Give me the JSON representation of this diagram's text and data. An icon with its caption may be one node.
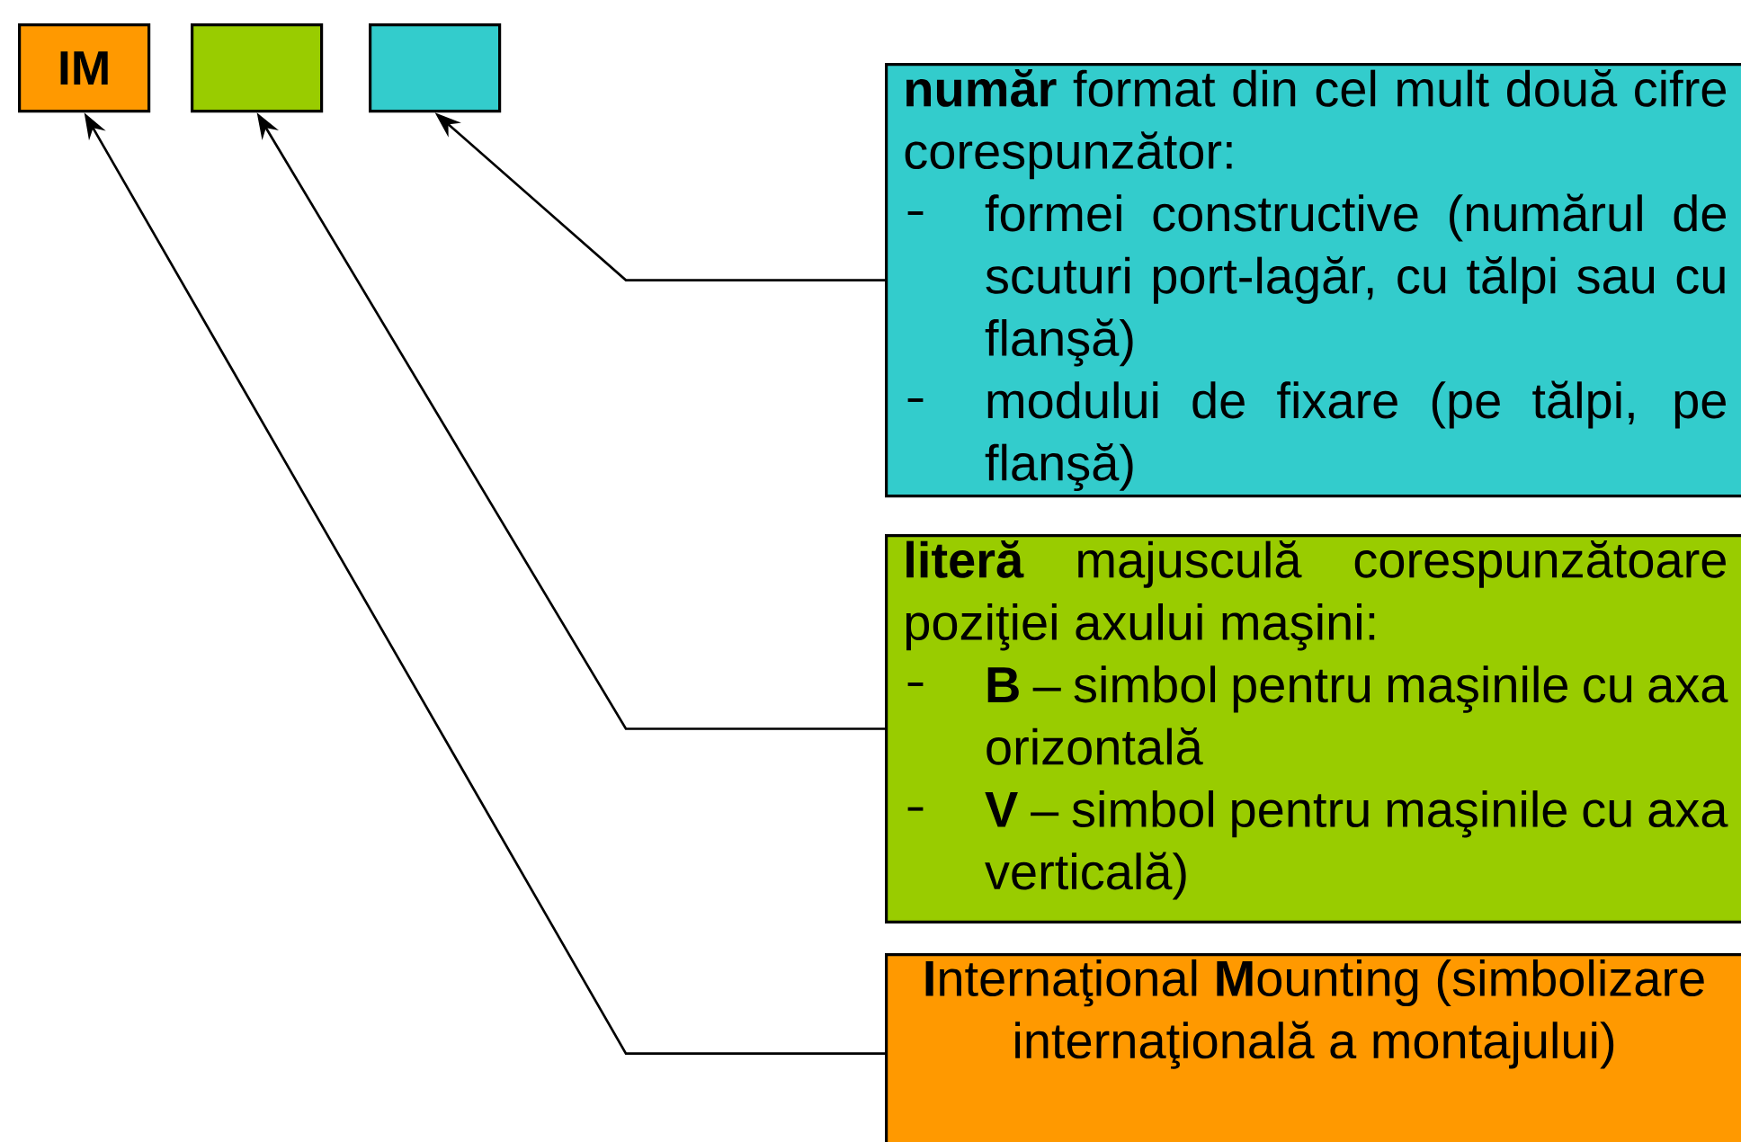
{
  "diagram": {
    "nodes": [
      {
        "text": [
          "IM"
        ]
      },
      {
        "text": [],
        "shape": "box"
      },
      {
        "text": [],
        "shape": "box"
      },
      {
        "text": [
          "**număr** format din cel mult două cifre corespunzător:",
          "formei constructive (numărul de scuturi port-lagăr, cu tălpi sau cu flanşă)",
          "modului de fixare (pe tălpi, pe flanşă)"
        ]
      },
      {
        "text": [
          "**literă** majusculă corespunzătoare poziţiei axului maşini:",
          "**B** – simbol pentru maşinile cu axa orizontală",
          "**V** – simbol pentru maşinile cu axa verticală)"
        ]
      },
      {
        "text": [
          "**I**nternaţional **M**ounting (simbolizare internaţională a montajului)"
        ]
      }
    ],
    "edges": [
      {
        "from": 3,
        "to": 2,
        "arrow": "to"
      },
      {
        "from": 4,
        "to": 1,
        "arrow": "to"
      },
      {
        "from": 5,
        "to": 0,
        "arrow": "to"
      }
    ]
  }
}
